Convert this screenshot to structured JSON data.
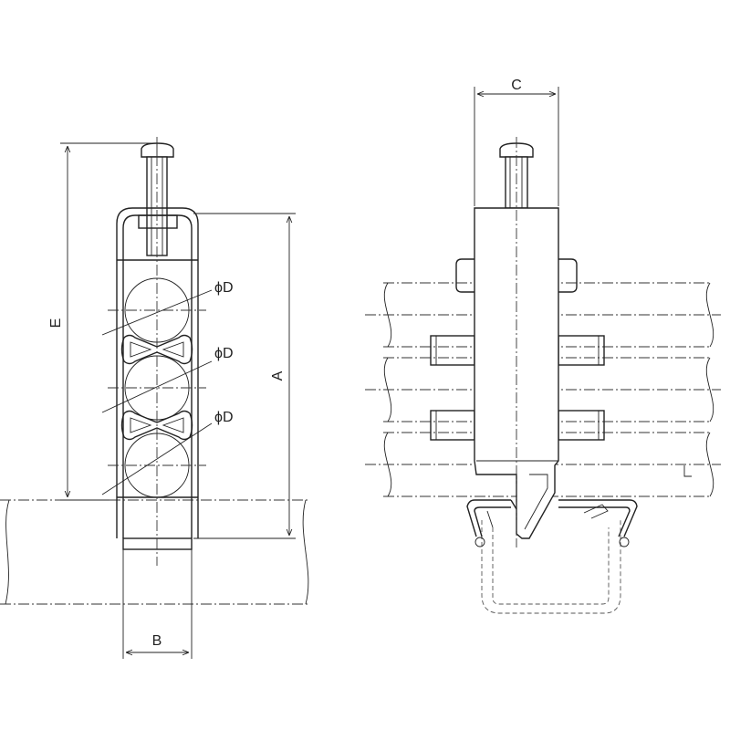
{
  "labels": {
    "dim_a": "A",
    "dim_b": "B",
    "dim_c": "C",
    "dim_e": "E",
    "phi_d": "ϕD"
  }
}
